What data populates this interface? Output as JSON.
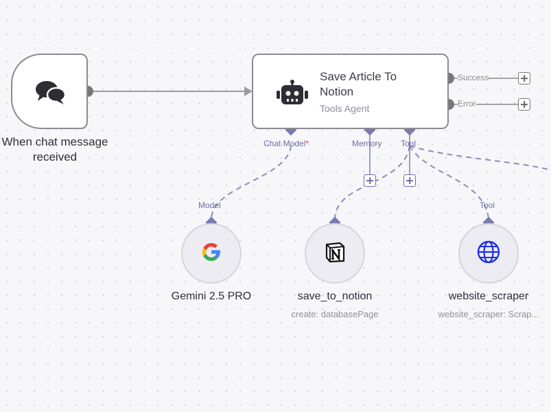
{
  "trigger": {
    "name_line1": "When chat message",
    "name_line2": "received",
    "icon": "chat-bubbles-icon"
  },
  "agent": {
    "title_line1": "Save Article To",
    "title_line2": "Notion",
    "subtitle": "Tools Agent",
    "icon": "robot-icon",
    "outputs": {
      "success": "Success",
      "error": "Error"
    },
    "ports": {
      "chat_model": "Chat Model",
      "chat_model_required": "*",
      "memory": "Memory",
      "tool": "Tool"
    }
  },
  "sub_nodes": {
    "gemini": {
      "port_label": "Model",
      "name": "Gemini 2.5 PRO",
      "icon": "google-icon"
    },
    "notion": {
      "name": "save_to_notion",
      "subtitle": "create: databasePage",
      "icon": "notion-icon"
    },
    "scraper": {
      "port_label": "Tool",
      "name": "website_scraper",
      "subtitle": "website_scraper: Scrap...",
      "icon": "globe-icon"
    }
  },
  "colors": {
    "canvas": "#f7f7fa",
    "node_border": "#8a8a90",
    "connection": "#8b8bb8",
    "port": "#7b7bb0",
    "handle": "#777777"
  }
}
